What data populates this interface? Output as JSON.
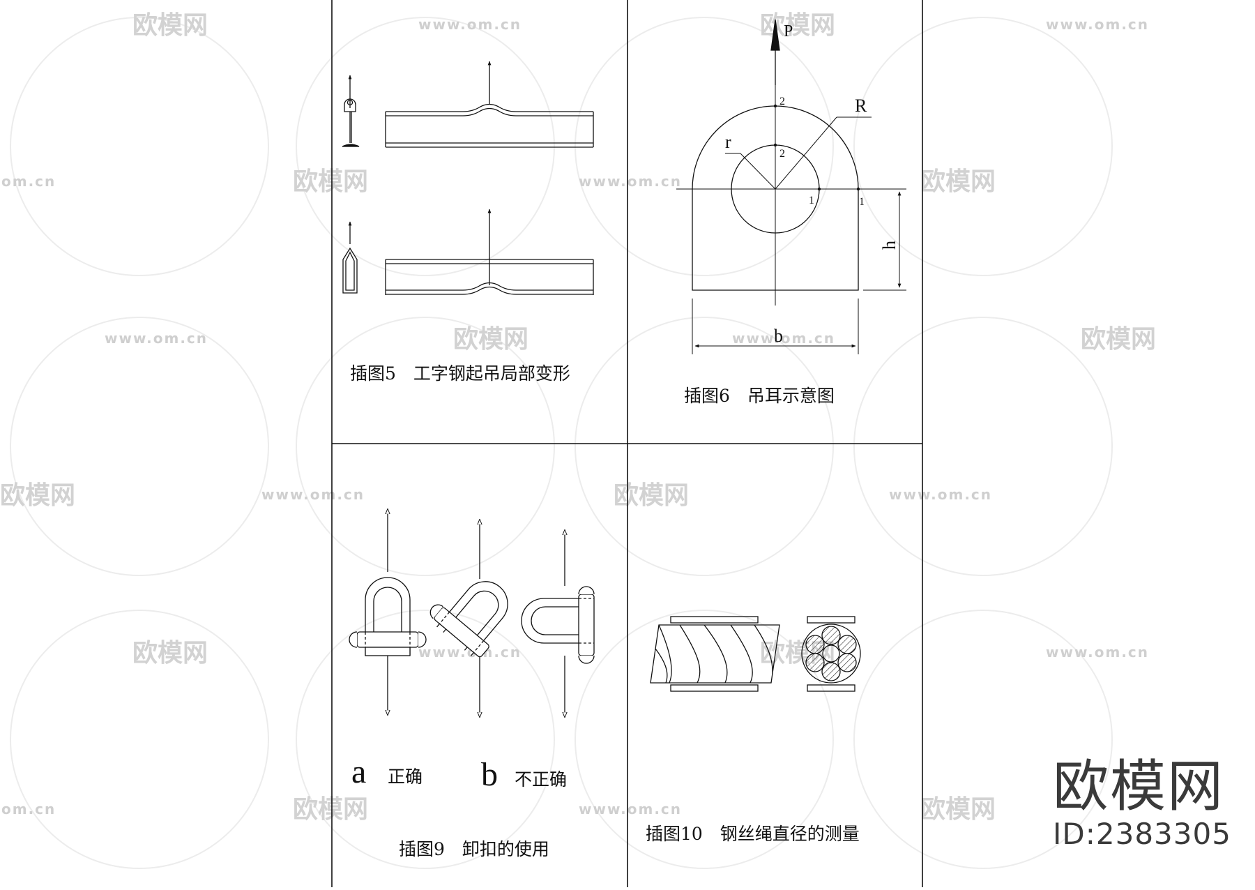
{
  "figures": {
    "fig5": {
      "caption": "插图5　工字钢起吊局部变形"
    },
    "fig6": {
      "caption": "插图6　吊耳示意图",
      "labels": {
        "p": "P",
        "R": "R",
        "r": "r",
        "h": "h",
        "b": "b",
        "one_a": "1",
        "one_b": "1",
        "two_a": "2",
        "two_b": "2"
      }
    },
    "fig9": {
      "caption": "插图9　卸扣的使用",
      "a_letter": "a",
      "a_text": "正确",
      "b_letter": "b",
      "b_text": "不正确"
    },
    "fig10": {
      "caption": "插图10　钢丝绳直径的测量"
    }
  },
  "watermark": {
    "text": "欧模网",
    "url": "www.om.cn",
    "url_short": "om.cn"
  },
  "brand": {
    "name": "欧模网",
    "id": "ID:2383305"
  }
}
